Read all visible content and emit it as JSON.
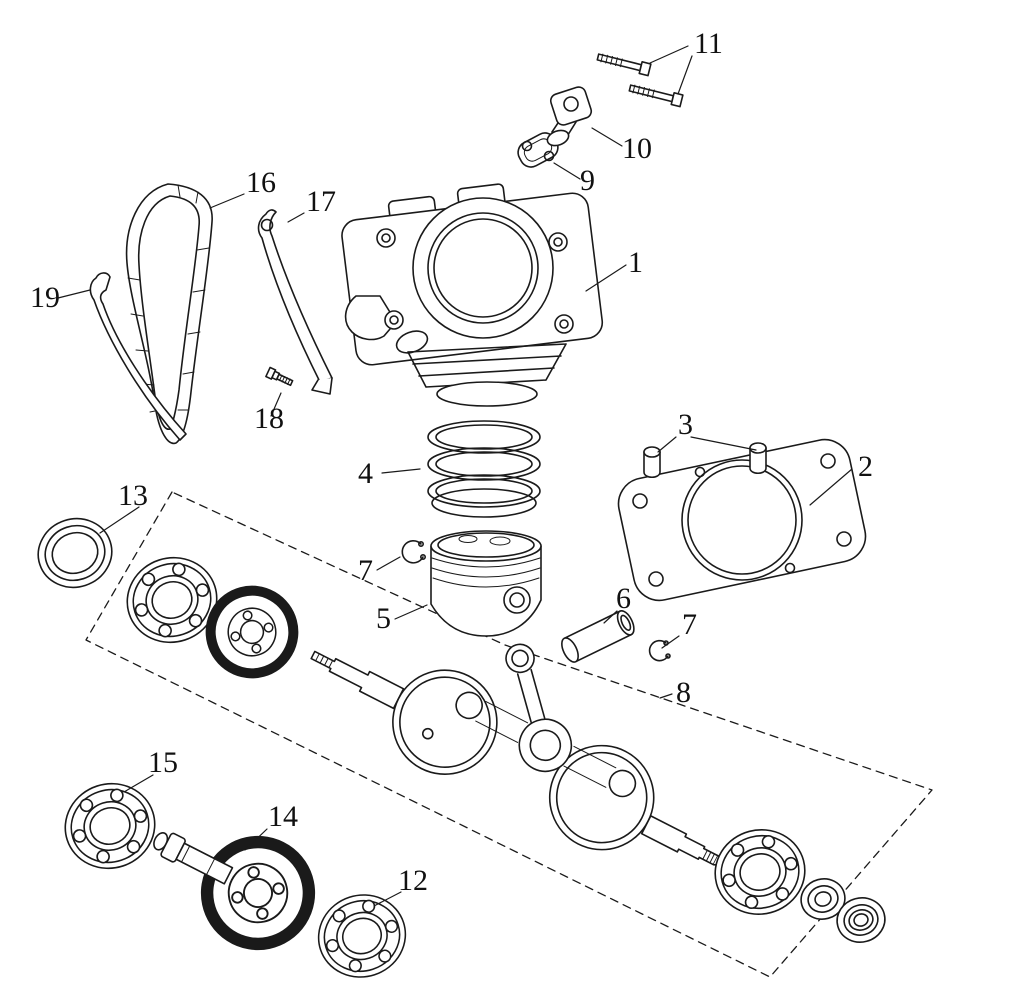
{
  "diagram": {
    "background_color": "#ffffff",
    "line_color": "#1a1a1a",
    "callouts": {
      "c1": "1",
      "c2": "2",
      "c3": "3",
      "c4": "4",
      "c5": "5",
      "c6": "6",
      "c7a": "7",
      "c7b": "7",
      "c8": "8",
      "c9": "9",
      "c10": "10",
      "c11": "11",
      "c12": "12",
      "c13": "13",
      "c14": "14",
      "c15": "15",
      "c16": "16",
      "c17": "17",
      "c18": "18",
      "c19": "19"
    },
    "parts": [
      {
        "callout": "1",
        "name": "cylinder-block"
      },
      {
        "callout": "2",
        "name": "cylinder-base-gasket"
      },
      {
        "callout": "3",
        "name": "dowel-pins"
      },
      {
        "callout": "4",
        "name": "piston-ring-set"
      },
      {
        "callout": "5",
        "name": "piston"
      },
      {
        "callout": "6",
        "name": "piston-pin"
      },
      {
        "callout": "7",
        "name": "piston-pin-circlip"
      },
      {
        "callout": "8",
        "name": "crankshaft-connecting-rod-assembly"
      },
      {
        "callout": "9",
        "name": "small-gasket"
      },
      {
        "callout": "10",
        "name": "joint-fitting"
      },
      {
        "callout": "11",
        "name": "flange-bolts"
      },
      {
        "callout": "12",
        "name": "ball-bearing"
      },
      {
        "callout": "13",
        "name": "oil-seal"
      },
      {
        "callout": "14",
        "name": "balancer-shaft-gear"
      },
      {
        "callout": "15",
        "name": "ball-bearing"
      },
      {
        "callout": "16",
        "name": "timing-chain"
      },
      {
        "callout": "17",
        "name": "chain-tensioner-guide"
      },
      {
        "callout": "18",
        "name": "guide-bolt"
      },
      {
        "callout": "19",
        "name": "chain-guide"
      }
    ]
  }
}
